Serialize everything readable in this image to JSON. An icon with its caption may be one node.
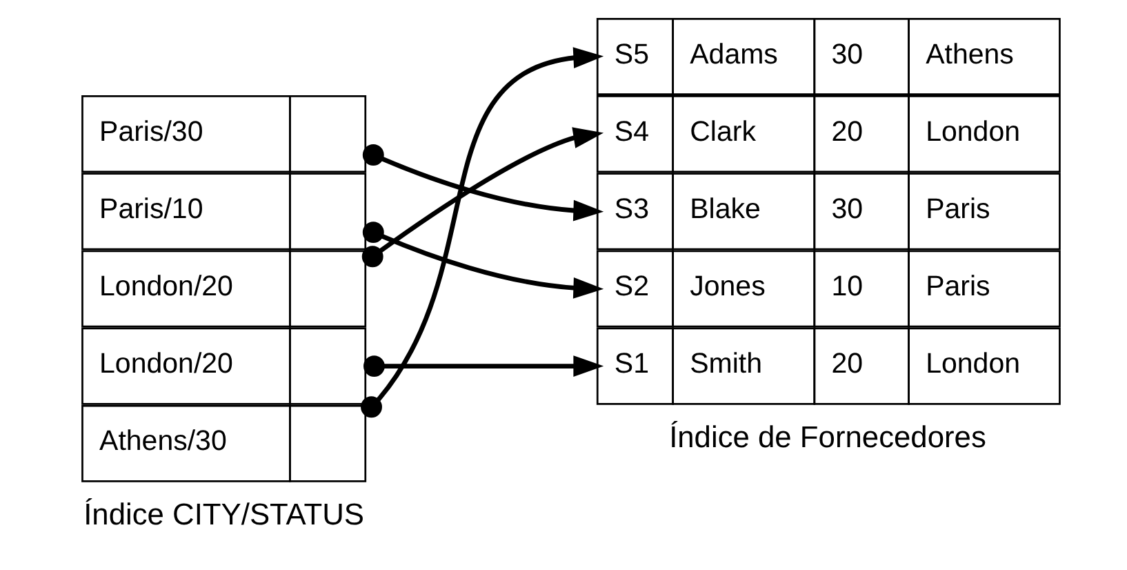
{
  "diagram": {
    "nodes": [
      {
        "text": [
          "Athens/30"
        ]
      },
      {
        "text": [
          "London/20"
        ]
      },
      {
        "text": [
          "London/20"
        ]
      },
      {
        "text": [
          "Paris/10"
        ]
      },
      {
        "text": [
          "Paris/30"
        ]
      },
      {
        "text": [
          "S1",
          "Smith",
          "20",
          "London"
        ]
      },
      {
        "text": [
          "S2",
          "Jones",
          "10",
          "Paris"
        ]
      },
      {
        "text": [
          "S3",
          "Blake",
          "30",
          "Paris"
        ]
      },
      {
        "text": [
          "S4",
          "Clark",
          "20",
          "London"
        ]
      },
      {
        "text": [
          "S5",
          "Adams",
          "30",
          "Athens"
        ]
      }
    ],
    "edges": [
      {
        "from": 0,
        "to": 9,
        "arrow": "to"
      },
      {
        "from": 1,
        "to": 5,
        "arrow": "to"
      },
      {
        "from": 2,
        "to": 8,
        "arrow": "to"
      },
      {
        "from": 3,
        "to": 6,
        "arrow": "to"
      },
      {
        "from": 4,
        "to": 7,
        "arrow": "to"
      }
    ],
    "labels": [
      "Índice CITY/STATUS",
      "Índice de Fornecedores"
    ]
  }
}
